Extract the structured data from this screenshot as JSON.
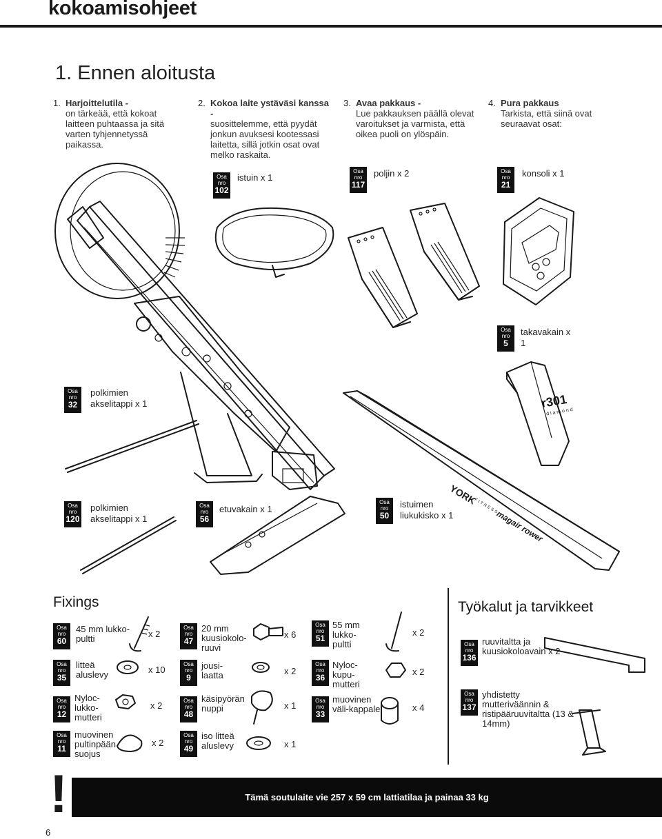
{
  "header": {
    "title": "kokoamisohjeet"
  },
  "section": {
    "title": "1. Ennen aloitusta"
  },
  "steps": [
    {
      "num": "1.",
      "head": "Harjoittelutila -",
      "body": "on tärkeää, että kokoat laitteen puhtaassa ja sitä varten tyhjennetyssä paikassa."
    },
    {
      "num": "2.",
      "head": "Kokoa laite ystäväsi kanssa -",
      "body": "suosittelemme, että pyydät jonkun avuksesi kootessasi laitetta, sillä jotkin osat ovat melko raskaita."
    },
    {
      "num": "3.",
      "head": "Avaa pakkaus -",
      "body": "Lue pakkauksen päällä olevat varoitukset ja varmista, että oikea puoli on ylöspäin."
    },
    {
      "num": "4.",
      "head": "Pura pakkaus",
      "body": "Tarkista, että siinä ovat seuraavat osat:"
    }
  ],
  "tag": {
    "osa": "Osa",
    "nro": "nro"
  },
  "parts": [
    {
      "no": "102",
      "label": "istuin x 1"
    },
    {
      "no": "117",
      "label": "poljin x 2"
    },
    {
      "no": "21",
      "label": "konsoli x 1"
    },
    {
      "no": "5",
      "label": "takavakain x 1"
    },
    {
      "no": "32",
      "label": "polkimien akselitappi x 1"
    },
    {
      "no": "120",
      "label": "polkimien akselitappi x 1"
    },
    {
      "no": "56",
      "label": "etuvakain x 1"
    },
    {
      "no": "50",
      "label": "istuimen liukukisko x 1"
    }
  ],
  "rail_brand": {
    "york": "YORK",
    "fitness": "FITNESS",
    "model": "magair rower"
  },
  "stabiliser_brand": {
    "model": "r301",
    "sub": "diamond"
  },
  "fixings": {
    "title": "Fixings",
    "items": [
      {
        "no": "60",
        "label": "45 mm lukko-pultti",
        "qty": "x 2"
      },
      {
        "no": "35",
        "label": "litteä aluslevy",
        "qty": "x 10"
      },
      {
        "no": "12",
        "label": "Nyloc-lukko-mutteri",
        "qty": "x 2"
      },
      {
        "no": "11",
        "label": "muovinen pultinpään suojus",
        "qty": "x 2"
      },
      {
        "no": "47",
        "label": "20 mm kuusiokolo-ruuvi",
        "qty": "x 6"
      },
      {
        "no": "9",
        "label": "jousi-laatta",
        "qty": "x 2"
      },
      {
        "no": "48",
        "label": "käsipyörän nuppi",
        "qty": "x 1"
      },
      {
        "no": "49",
        "label": "iso litteä aluslevy",
        "qty": "x 1"
      },
      {
        "no": "51",
        "label": "55 mm lukko-pultti",
        "qty": "x 2"
      },
      {
        "no": "36",
        "label": "Nyloc-kupu-mutteri",
        "qty": "x 2"
      },
      {
        "no": "33",
        "label": "muovinen väli-kappale",
        "qty": "x 4"
      }
    ]
  },
  "tools": {
    "title": "Työkalut ja tarvikkeet",
    "items": [
      {
        "no": "136",
        "label": "ruuvitaltta ja kuusiokoloavain x 2"
      },
      {
        "no": "137",
        "label": "yhdistetty mutteriväännin & ristipääruuvitaltta (13 & 14mm)"
      }
    ]
  },
  "warning": {
    "mark": "!",
    "text": "Tämä soutulaite vie 257 x 59 cm lattiatilaa ja painaa 33 kg"
  },
  "page": {
    "number": "6"
  }
}
